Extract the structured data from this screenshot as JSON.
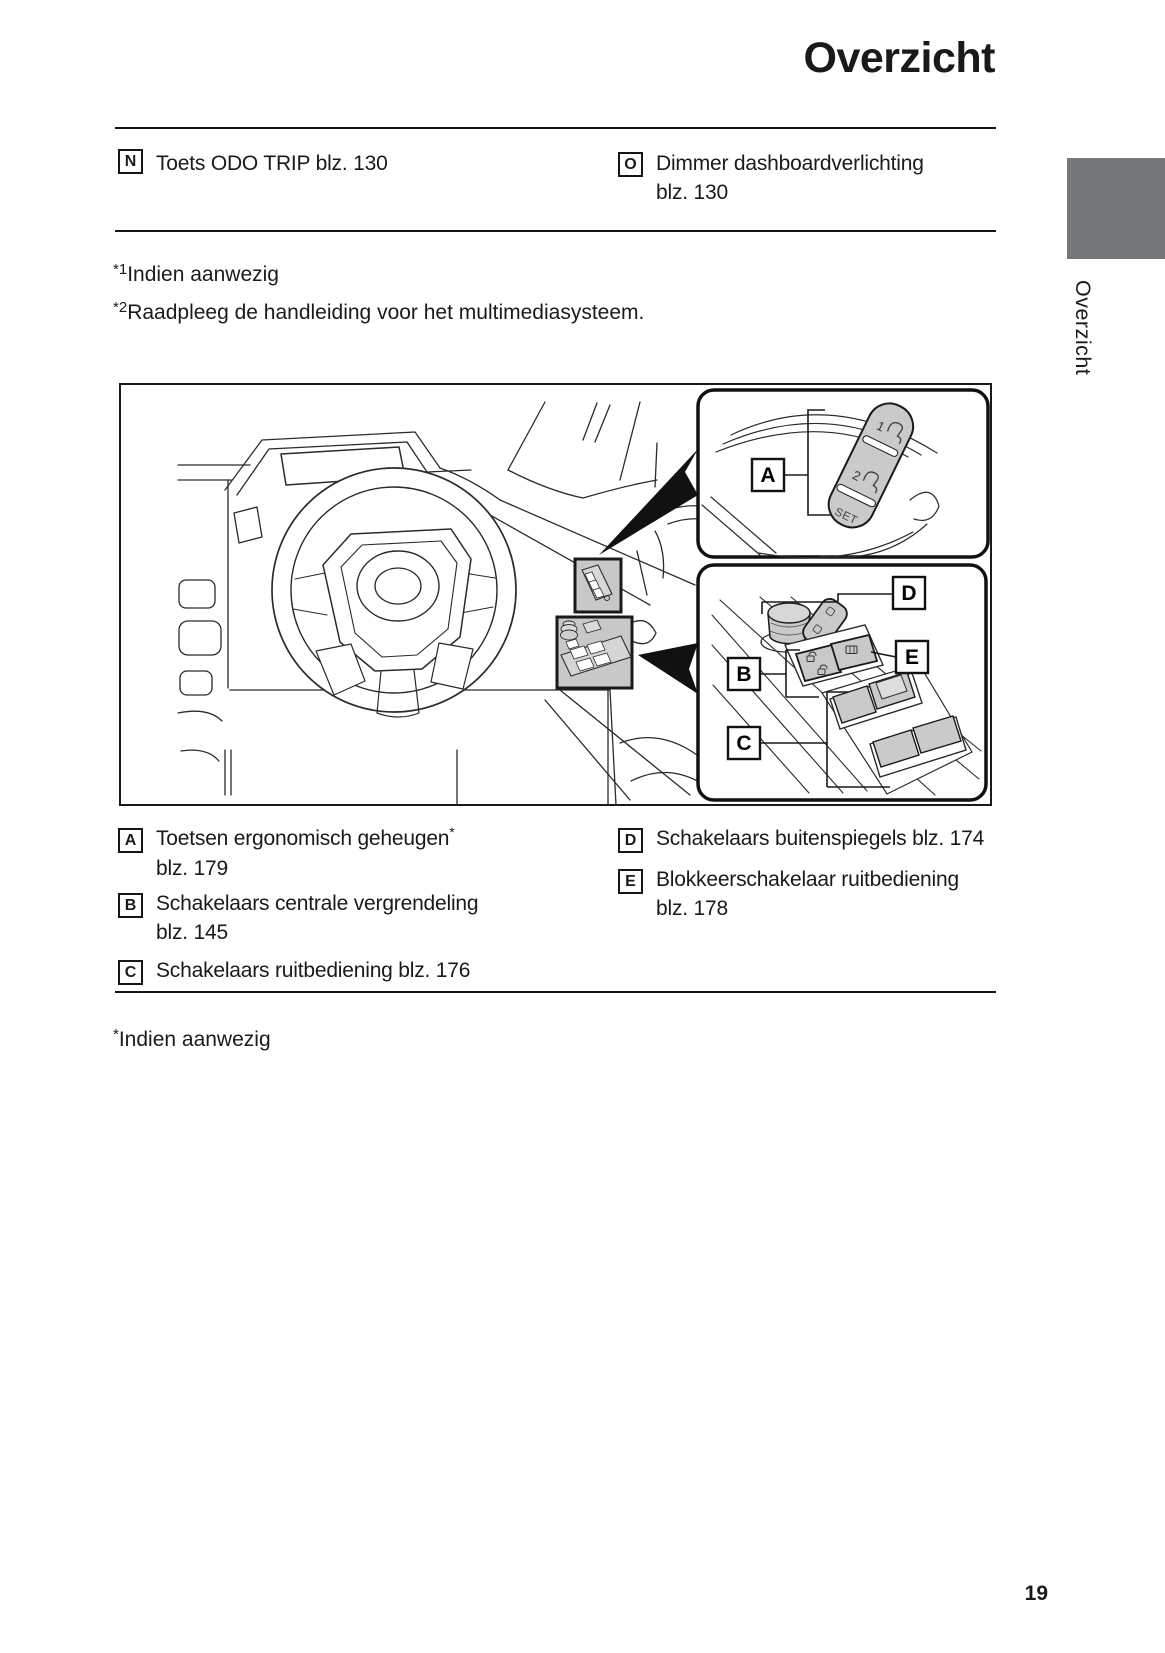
{
  "header": {
    "title": "Overzicht"
  },
  "side_tab": {
    "label": "Overzicht",
    "color": "#75787a"
  },
  "page_number": "19",
  "legend_top": {
    "left": [
      {
        "key": "N",
        "text": "Toets ODO TRIP blz. 130"
      }
    ],
    "right": [
      {
        "key": "O",
        "line1": "Dimmer dashboardverlichting",
        "line2": "blz. 130"
      }
    ]
  },
  "footnotes": {
    "note1_marker": "*1",
    "note1_text": "Indien aanwezig",
    "note2_marker": "*2",
    "note2_text": "Raadpleeg de handleiding voor het multimediasysteem.",
    "note3_marker": "*",
    "note3_text": "Indien aanwezig"
  },
  "legend_bottom": {
    "left": [
      {
        "key": "A",
        "line1": "Toetsen ergonomisch geheugen",
        "sup": "*",
        "line2": "blz. 179"
      },
      {
        "key": "B",
        "line1": "Schakelaars centrale vergrendeling",
        "line2": "blz. 145"
      },
      {
        "key": "C",
        "line1": "Schakelaars ruitbediening blz. 176"
      }
    ],
    "right": [
      {
        "key": "D",
        "line1": "Schakelaars buitenspiegels blz. 174"
      },
      {
        "key": "E",
        "line1": "Blokkeerschakelaar ruitbediening",
        "line2": "blz. 178"
      }
    ]
  },
  "diagram": {
    "callouts": {
      "A": "A",
      "B": "B",
      "C": "C",
      "D": "D",
      "E": "E"
    },
    "seat_memory_buttons": {
      "button1": "1",
      "button2": "2",
      "set": "SET"
    },
    "highlight_fill": "#c7c9c8",
    "line_color": "#2b2b2b"
  }
}
